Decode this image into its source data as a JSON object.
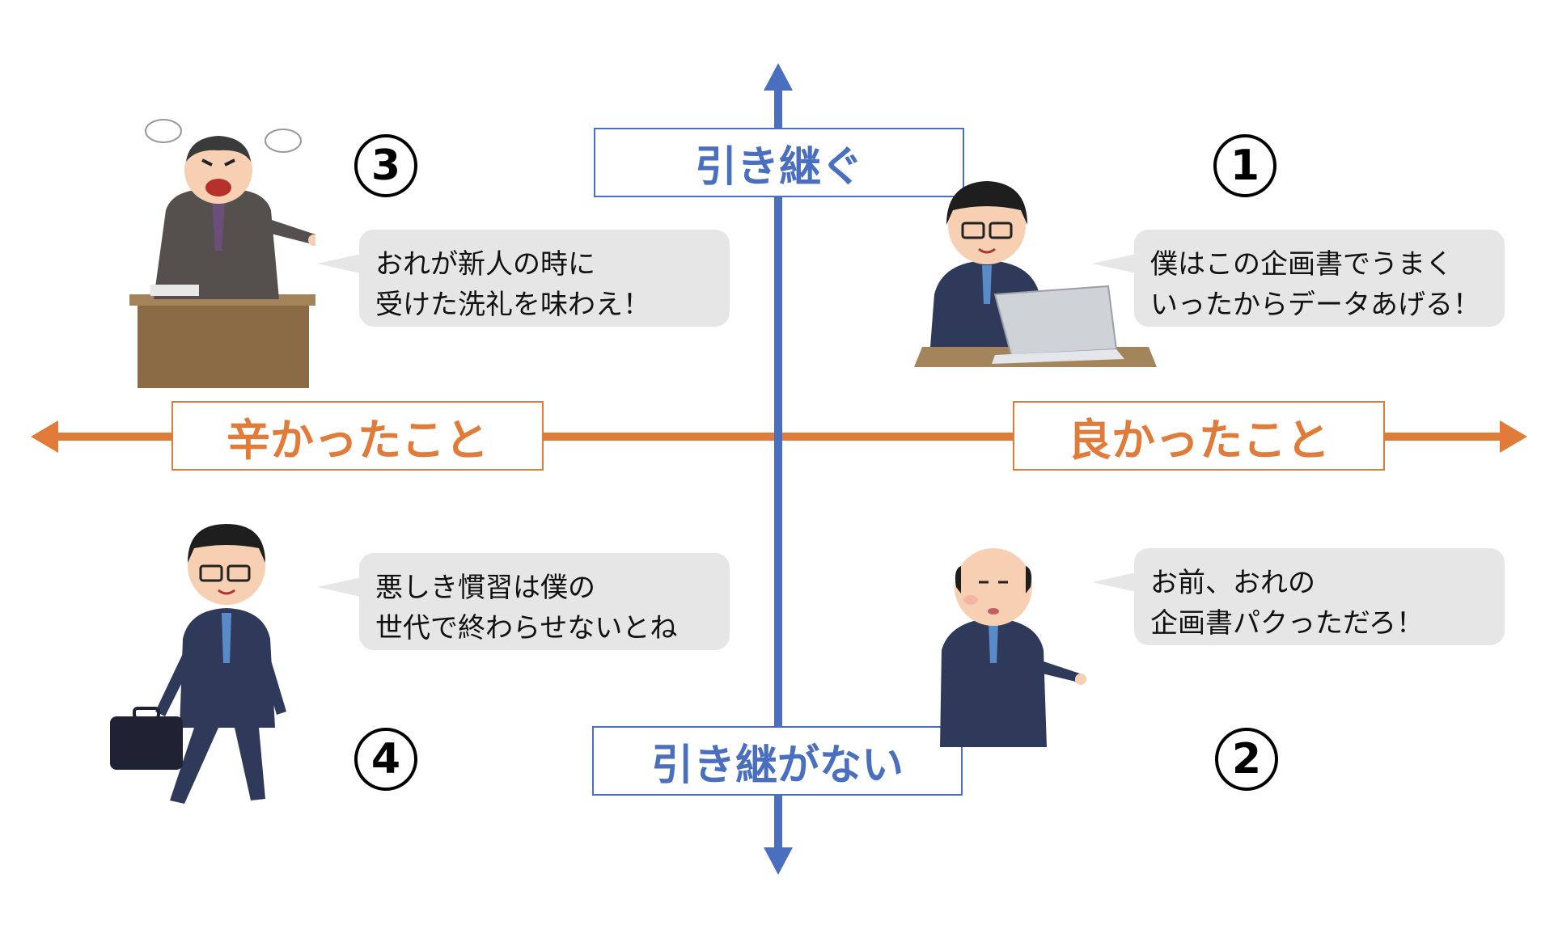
{
  "axes": {
    "top": "引き継ぐ",
    "bottom": "引き継がない",
    "left": "辛かったこと",
    "right": "良かったこと"
  },
  "quadrants": {
    "q1": {
      "number": "1",
      "lines": [
        "僕はこの企画書でうまく",
        "いったからデータあげる！"
      ]
    },
    "q2": {
      "number": "2",
      "lines": [
        "お前、おれの",
        "企画書パクっただろ！"
      ]
    },
    "q3": {
      "number": "3",
      "lines": [
        "おれが新人の時に",
        "受けた洗礼を味わえ！"
      ]
    },
    "q4": {
      "number": "4",
      "lines": [
        "悪しき慣習は僕の",
        "世代で終わらせないとね"
      ]
    }
  },
  "colors": {
    "vertical_axis": "#4a6fbf",
    "horizontal_axis": "#e07b39",
    "bubble": "#e6e6e6",
    "suit": "#2f3a5a"
  },
  "icons": [
    "angry-boss-at-desk-icon",
    "businessman-with-laptop-icon",
    "bald-boss-pointing-icon",
    "walking-businessman-with-briefcase-icon"
  ]
}
